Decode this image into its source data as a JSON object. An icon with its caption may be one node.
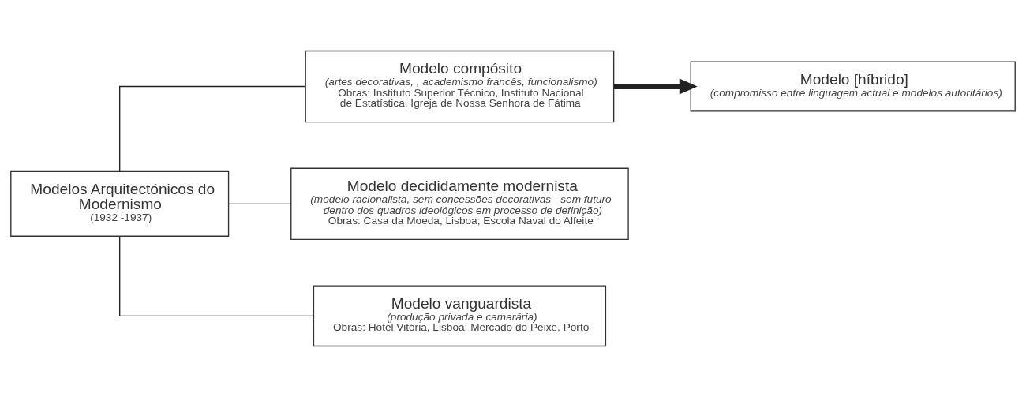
{
  "diagram": {
    "nodes": [
      {
        "text": [
          "Modelos Arquitectónicos do Modernismo",
          "(1932 -1937)"
        ]
      },
      {
        "text": [
          "Modelo compósito",
          "(artes decorativas, , academismo francês, funcionalismo)",
          "Obras: Instituto Superior Técnico, Instituto Nacional de Estatística, Igreja de Nossa Senhora de Fátima"
        ]
      },
      {
        "text": [
          "Modelo decididamente modernista",
          "(modelo racionalista, sem concessões decorativas - sem futuro dentro dos quadros ideológicos em processo de definição)",
          "Obras: Casa da Moeda, Lisboa; Escola Naval do Alfeite"
        ]
      },
      {
        "text": [
          "Modelo vanguardista",
          "(produção privada e camarária)",
          "Obras: Hotel Vitória, Lisboa; Mercado do Peixe, Porto"
        ]
      },
      {
        "text": [
          "Modelo [híbrido]",
          "(compromisso entre linguagem actual e modelos autoritários)"
        ]
      }
    ],
    "edges": [
      {
        "from": 0,
        "to": 1,
        "arrow": "none"
      },
      {
        "from": 0,
        "to": 2,
        "arrow": "none"
      },
      {
        "from": 0,
        "to": 3,
        "arrow": "none"
      },
      {
        "from": 1,
        "to": 4,
        "arrow": "to",
        "style": "thick"
      }
    ]
  }
}
